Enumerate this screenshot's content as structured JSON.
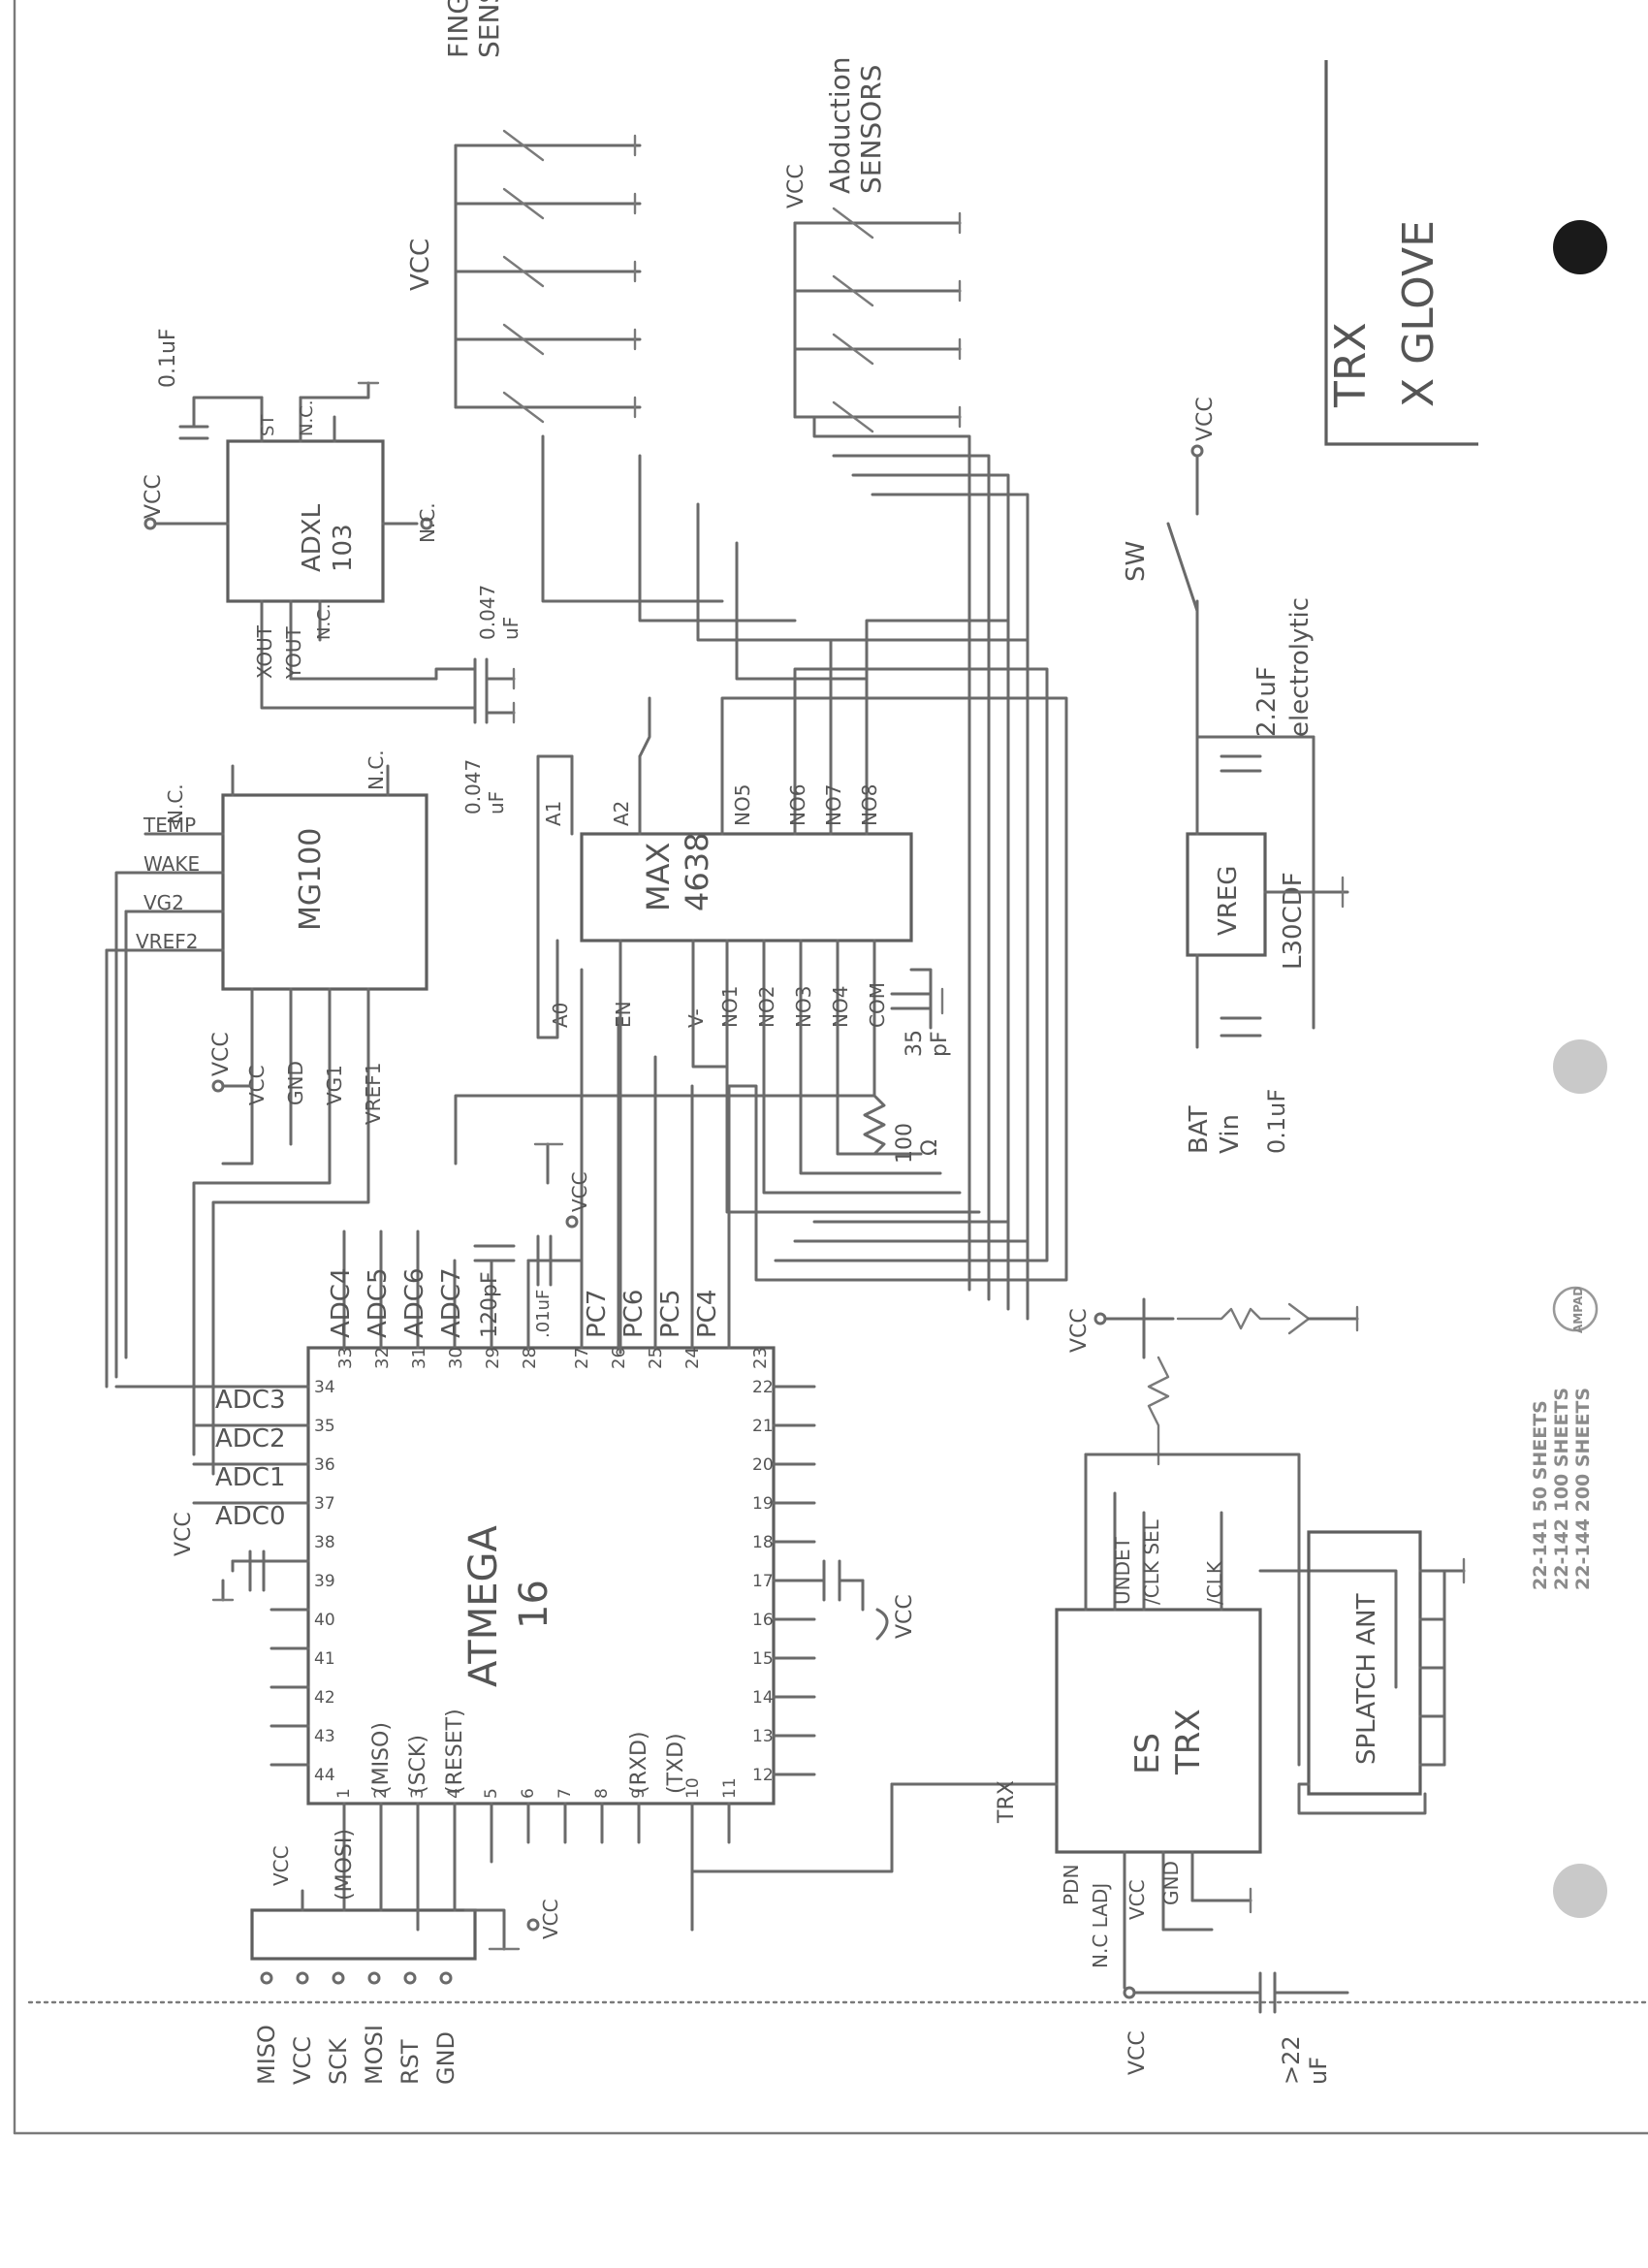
{
  "title_block": {
    "line1": "TRX",
    "line2": "X GLOVE"
  },
  "chips": {
    "atmega": {
      "line1": "ATMEGA",
      "line2": "16"
    },
    "max": {
      "line1": "MAX",
      "line2": "4638"
    },
    "adxl": {
      "line1": "ADXL",
      "line2": "103"
    },
    "mg100": {
      "label": "MG100"
    },
    "es_trx": {
      "line1": "ES",
      "line2": "TRX"
    },
    "vreg": {
      "label": "VREG",
      "part": "L30CDF"
    },
    "antenna": {
      "label": "SPLATCH ANT"
    }
  },
  "labels": {
    "finger_sensors": [
      "FINGR",
      "SENSO"
    ],
    "abduction_sensors": [
      "Abduction",
      "SENSORS"
    ],
    "vcc": "VCC",
    "nc": "N.C.",
    "sw": "SW",
    "bat_vin": [
      "BAT",
      "Vin"
    ],
    "cap_2_2": [
      "2.2uF",
      "electrolytic"
    ],
    "cap_0_1_vreg": "0.1uF",
    "cap_0_1_adxl": "0.1uF",
    "cap_0_047_a": [
      "0.047",
      "uF"
    ],
    "cap_0_047_b": [
      "0.047",
      "uF"
    ],
    "cap_35pf": [
      "35",
      "pF"
    ],
    "res_100": [
      "100",
      "Ω"
    ],
    "cap_120pf": "120pF",
    "cap_01uf": ".01uF",
    "cap_22uf": [
      ">22",
      "uF"
    ],
    "trx": "TRX",
    "pdn": "PDN",
    "n_c_lado": "N.C LADJ"
  },
  "atmega_pins_top": [
    "ADC4",
    "ADC5",
    "ADC6",
    "ADC7",
    "120pF",
    ".01uF",
    "PC7",
    "PC6",
    "PC5",
    "PC4"
  ],
  "atmega_pins_top_nums": [
    "33",
    "32",
    "31",
    "30",
    "29",
    "28",
    "27",
    "26",
    "25",
    "24",
    "23"
  ],
  "atmega_pins_left": [
    "ADC3",
    "ADC2",
    "ADC1",
    "ADC0"
  ],
  "atmega_pins_left_nums": [
    "34",
    "35",
    "36",
    "37",
    "38",
    "39",
    "40",
    "41",
    "42",
    "43",
    "44"
  ],
  "atmega_pins_bottom": [
    "(MOSI)",
    "(MISO)",
    "(SCK)",
    "(RESET)",
    "(RXD)",
    "(TXD)"
  ],
  "atmega_pins_bottom_nums": [
    "1",
    "2",
    "3",
    "4",
    "5",
    "6",
    "7",
    "8",
    "9",
    "10",
    "11"
  ],
  "atmega_pins_right_nums": [
    "12",
    "13",
    "14",
    "15",
    "16",
    "17",
    "18",
    "19",
    "20",
    "21",
    "22"
  ],
  "max_pins_top": [
    "A1",
    "A2",
    "NO5",
    "NO6",
    "NO7",
    "NO8"
  ],
  "max_pins_bottom": [
    "A0",
    "EN",
    "V-",
    "NO1",
    "NO2",
    "NO3",
    "NO4",
    "COM"
  ],
  "adxl_pins": [
    "ST",
    "N.C.",
    "XOUT",
    "YOUT",
    "N.C."
  ],
  "mg100_pins": [
    "TEMP",
    "WAKE",
    "VG2",
    "VREF2",
    "VCC",
    "GND",
    "VG1",
    "VREF1"
  ],
  "trx_pins": [
    "UNDET",
    "/CLK SEL",
    "/CLK",
    "VCC",
    "GND"
  ],
  "isp_header": [
    "MISO",
    "VCC",
    "SCK",
    "MOSI",
    "RST",
    "GND"
  ],
  "pad_stamp": {
    "brand": "AMPAD",
    "lines": [
      "22-141   50 SHEETS",
      "22-142  100 SHEETS",
      "22-144  200 SHEETS"
    ]
  }
}
